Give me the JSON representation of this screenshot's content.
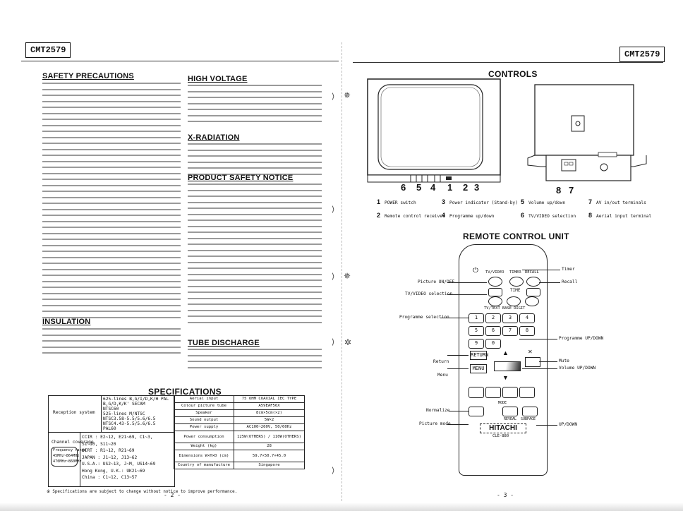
{
  "model_left": "CMT2579",
  "model_right": "CMT2579",
  "safety": {
    "title": "SAFETY PRECAUTIONS"
  },
  "high_voltage": {
    "title": "HIGH VOLTAGE"
  },
  "xradiation": {
    "title": "X-RADIATION"
  },
  "product_safety": {
    "title": "PRODUCT SAFETY NOTICE"
  },
  "insulation": {
    "title": "INSULATION"
  },
  "tube_discharge": {
    "title": "TUBE DISCHARGE"
  },
  "specifications": {
    "title": "SPECIFICATIONS",
    "reception_system_label": "Reception system",
    "reception_rows": [
      "625-lines  B,G/I/D,K/H PAL",
      "           B,G/D,K/K' SECAM",
      "           NTSC60",
      "525-lines  M/NTSC",
      "           NTSC3.58-5.5/5.6/6.5",
      "           NTSC4.43-5.5/5.6/6.5",
      "           PAL60"
    ],
    "channel_label": "Channel coverage",
    "freq_label": "Frequency range",
    "freq_values": [
      "45MHz~864MHz",
      "470MHz~860MHz"
    ],
    "channel_rows": [
      "CCIR  : E2~12, E21~69, C1~3,",
      "        S1~10, S11~20",
      "OIRT  : R1~12, R21~69",
      "JAPAN : J1~12, J13~62",
      "U.S.A.: US2~13, J~M, US14~69",
      "Hong Kong, U.K.: UK21~69",
      "China : C1~12, C13~57"
    ],
    "right_rows": [
      {
        "label": "Aerial input",
        "value": "75 OHM COAXIAL IEC TYPE"
      },
      {
        "label": "Colour picture tube",
        "value": "A59EAF56X"
      },
      {
        "label": "Speaker",
        "value": "8cm×5cm(×2)"
      },
      {
        "label": "Sound output",
        "value": "5W×2"
      },
      {
        "label": "Power supply",
        "value": "AC100~260V, 50/60Hz"
      },
      {
        "label": "Power consumption",
        "value": "125W(OTHERS) / 110W(OTHERS)"
      },
      {
        "label": "Weight (kg)",
        "value": "28"
      },
      {
        "label": "Dimensions W×H×D (cm)",
        "value": "59.7×50.7×45.0"
      },
      {
        "label": "Country of manufacture",
        "value": "Singapore"
      }
    ],
    "footnote": "※ Specifications are subject to change without notice to improve performance."
  },
  "page_left": "- 2 -",
  "page_right": "- 3 -",
  "controls": {
    "title": "CONTROLS",
    "front_numbers": [
      "6",
      "5",
      "4",
      "1",
      "2",
      "3"
    ],
    "side_numbers": [
      "8",
      "7"
    ],
    "legend": [
      {
        "num": "1",
        "text": "POWER switch"
      },
      {
        "num": "3",
        "text": "Power indicator (Stand-by)"
      },
      {
        "num": "5",
        "text": "Volume up/down"
      },
      {
        "num": "7",
        "text": "AV in/out terminals"
      },
      {
        "num": "2",
        "text": "Remote control receiver"
      },
      {
        "num": "4",
        "text": "Programme up/down"
      },
      {
        "num": "6",
        "text": "TV/VIDEO selection"
      },
      {
        "num": "8",
        "text": "Aerial input terminal"
      }
    ]
  },
  "remote": {
    "title": "REMOTE CONTROL UNIT",
    "left_labels": [
      "Picture ON/OFF",
      "TV/VIDEO selection",
      "Programme selection",
      "Return",
      "Menu",
      "Normalize",
      "Picture mode"
    ],
    "right_labels": [
      "Timer",
      "Recall",
      "Programme UP/DOWN",
      "Mute",
      "Volume UP/DOWN",
      "UP/DOWN"
    ],
    "top_keys": [
      "TV/VIDEO",
      "TIMER",
      "RECALL"
    ],
    "mid_keys": [
      "TIME"
    ],
    "tvtext_label": "TV/TEXT  BASE  DIGIT",
    "numbers": [
      "1",
      "2",
      "3",
      "4",
      "5",
      "6",
      "7",
      "8",
      "9",
      "0"
    ],
    "key_labels": [
      "RETURN",
      "MENU",
      "MODE",
      "REVEAL",
      "SUBPAGE"
    ],
    "brand": "HITACHI",
    "model": "CLE-880"
  }
}
